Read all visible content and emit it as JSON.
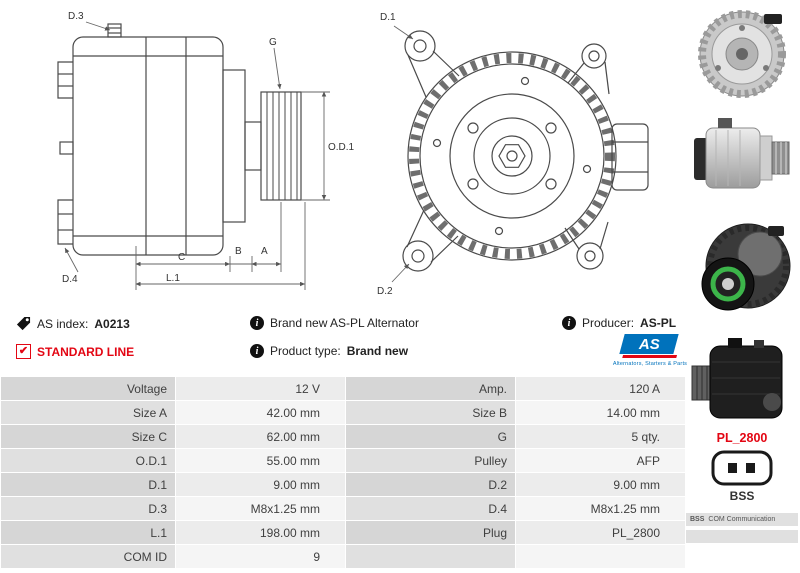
{
  "header": {
    "as_index_label": "AS index:",
    "as_index_value": "A0213",
    "description": "Brand new AS-PL Alternator",
    "producer_label": "Producer:",
    "producer_value": "AS-PL",
    "line_badge": "STANDARD LINE",
    "product_type_label": "Product type:",
    "product_type_value": "Brand new"
  },
  "logo": {
    "text": "AS",
    "subtext": "Alternators, Starters & Parts"
  },
  "icons": {
    "info": "i",
    "check": "✔"
  },
  "colors": {
    "accent_red": "#e30613",
    "brand_blue": "#0072bc"
  },
  "diagram": {
    "side": {
      "d3": "D.3",
      "g": "G",
      "od1": "O.D.1",
      "d4": "D.4",
      "c": "C",
      "b": "B",
      "a": "A",
      "l1": "L.1"
    },
    "rear": {
      "d1": "D.1",
      "d2": "D.2"
    }
  },
  "specs": {
    "rows": [
      {
        "l1": "Voltage",
        "v1": "12 V",
        "l2": "Amp.",
        "v2": "120 A"
      },
      {
        "l1": "Size A",
        "v1": "42.00 mm",
        "l2": "Size B",
        "v2": "14.00 mm"
      },
      {
        "l1": "Size C",
        "v1": "62.00 mm",
        "l2": "G",
        "v2": "5 qty."
      },
      {
        "l1": "O.D.1",
        "v1": "55.00 mm",
        "l2": "Pulley",
        "v2": "AFP"
      },
      {
        "l1": "D.1",
        "v1": "9.00 mm",
        "l2": "D.2",
        "v2": "9.00 mm"
      },
      {
        "l1": "D.3",
        "v1": "M8x1.25 mm",
        "l2": "D.4",
        "v2": "M8x1.25 mm"
      },
      {
        "l1": "L.1",
        "v1": "198.00 mm",
        "l2": "Plug",
        "v2": "PL_2800"
      },
      {
        "l1": "COM ID",
        "v1": "9",
        "l2": "",
        "v2": ""
      }
    ]
  },
  "sidebar": {
    "plug_code": "PL_2800",
    "connector_label": "BSS",
    "legend_tag": "BSS",
    "legend_text": "COM Communication"
  }
}
